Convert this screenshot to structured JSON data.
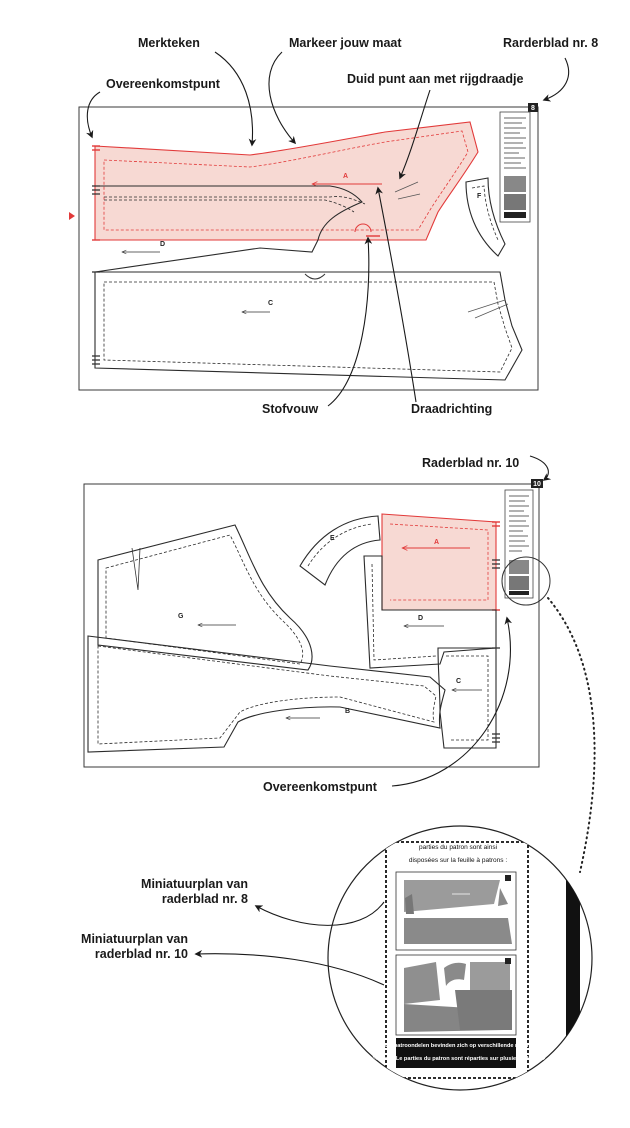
{
  "labels": {
    "merkteken": "Merkteken",
    "markeer": "Markeer jouw maat",
    "rarderblad8": "Rarderblad nr. 8",
    "overeenkomstpunt_top": "Overeenkomstpunt",
    "duid": "Duid punt aan met rijgdraadje",
    "stofvouw": "Stofvouw",
    "draadrichting": "Draadrichting",
    "raderblad10": "Raderblad nr. 10",
    "overeenkomstpunt_mid": "Overeenkomstpunt",
    "mini8_l1": "Miniatuurplan van",
    "mini8_l2": "raderblad nr. 8",
    "mini10_l1": "Miniatuurplan van",
    "mini10_l2": "raderblad nr. 10"
  },
  "sheet8": {
    "number": "8",
    "pieces": {
      "a": "A",
      "d": "D",
      "c": "C",
      "f": "F"
    }
  },
  "sheet10": {
    "number": "10",
    "pieces": {
      "g": "G",
      "e": "E",
      "a": "A",
      "d": "D",
      "b": "B",
      "c": "C"
    }
  },
  "magnifier": {
    "text_line1": "parties du patron sont ainsi",
    "text_line2": "disposées sur la feuille à patrons :",
    "note_nl": "Let op! De patroondelen bevinden zich op verschillende raderbladen",
    "note_fr": "Attention ! Le parties du patron sont réparties sur plusieurs feuilles"
  },
  "colors": {
    "red_outline": "#e23a3a",
    "pink_fill": "#f7d9d3",
    "ink": "#1a1a1a"
  }
}
